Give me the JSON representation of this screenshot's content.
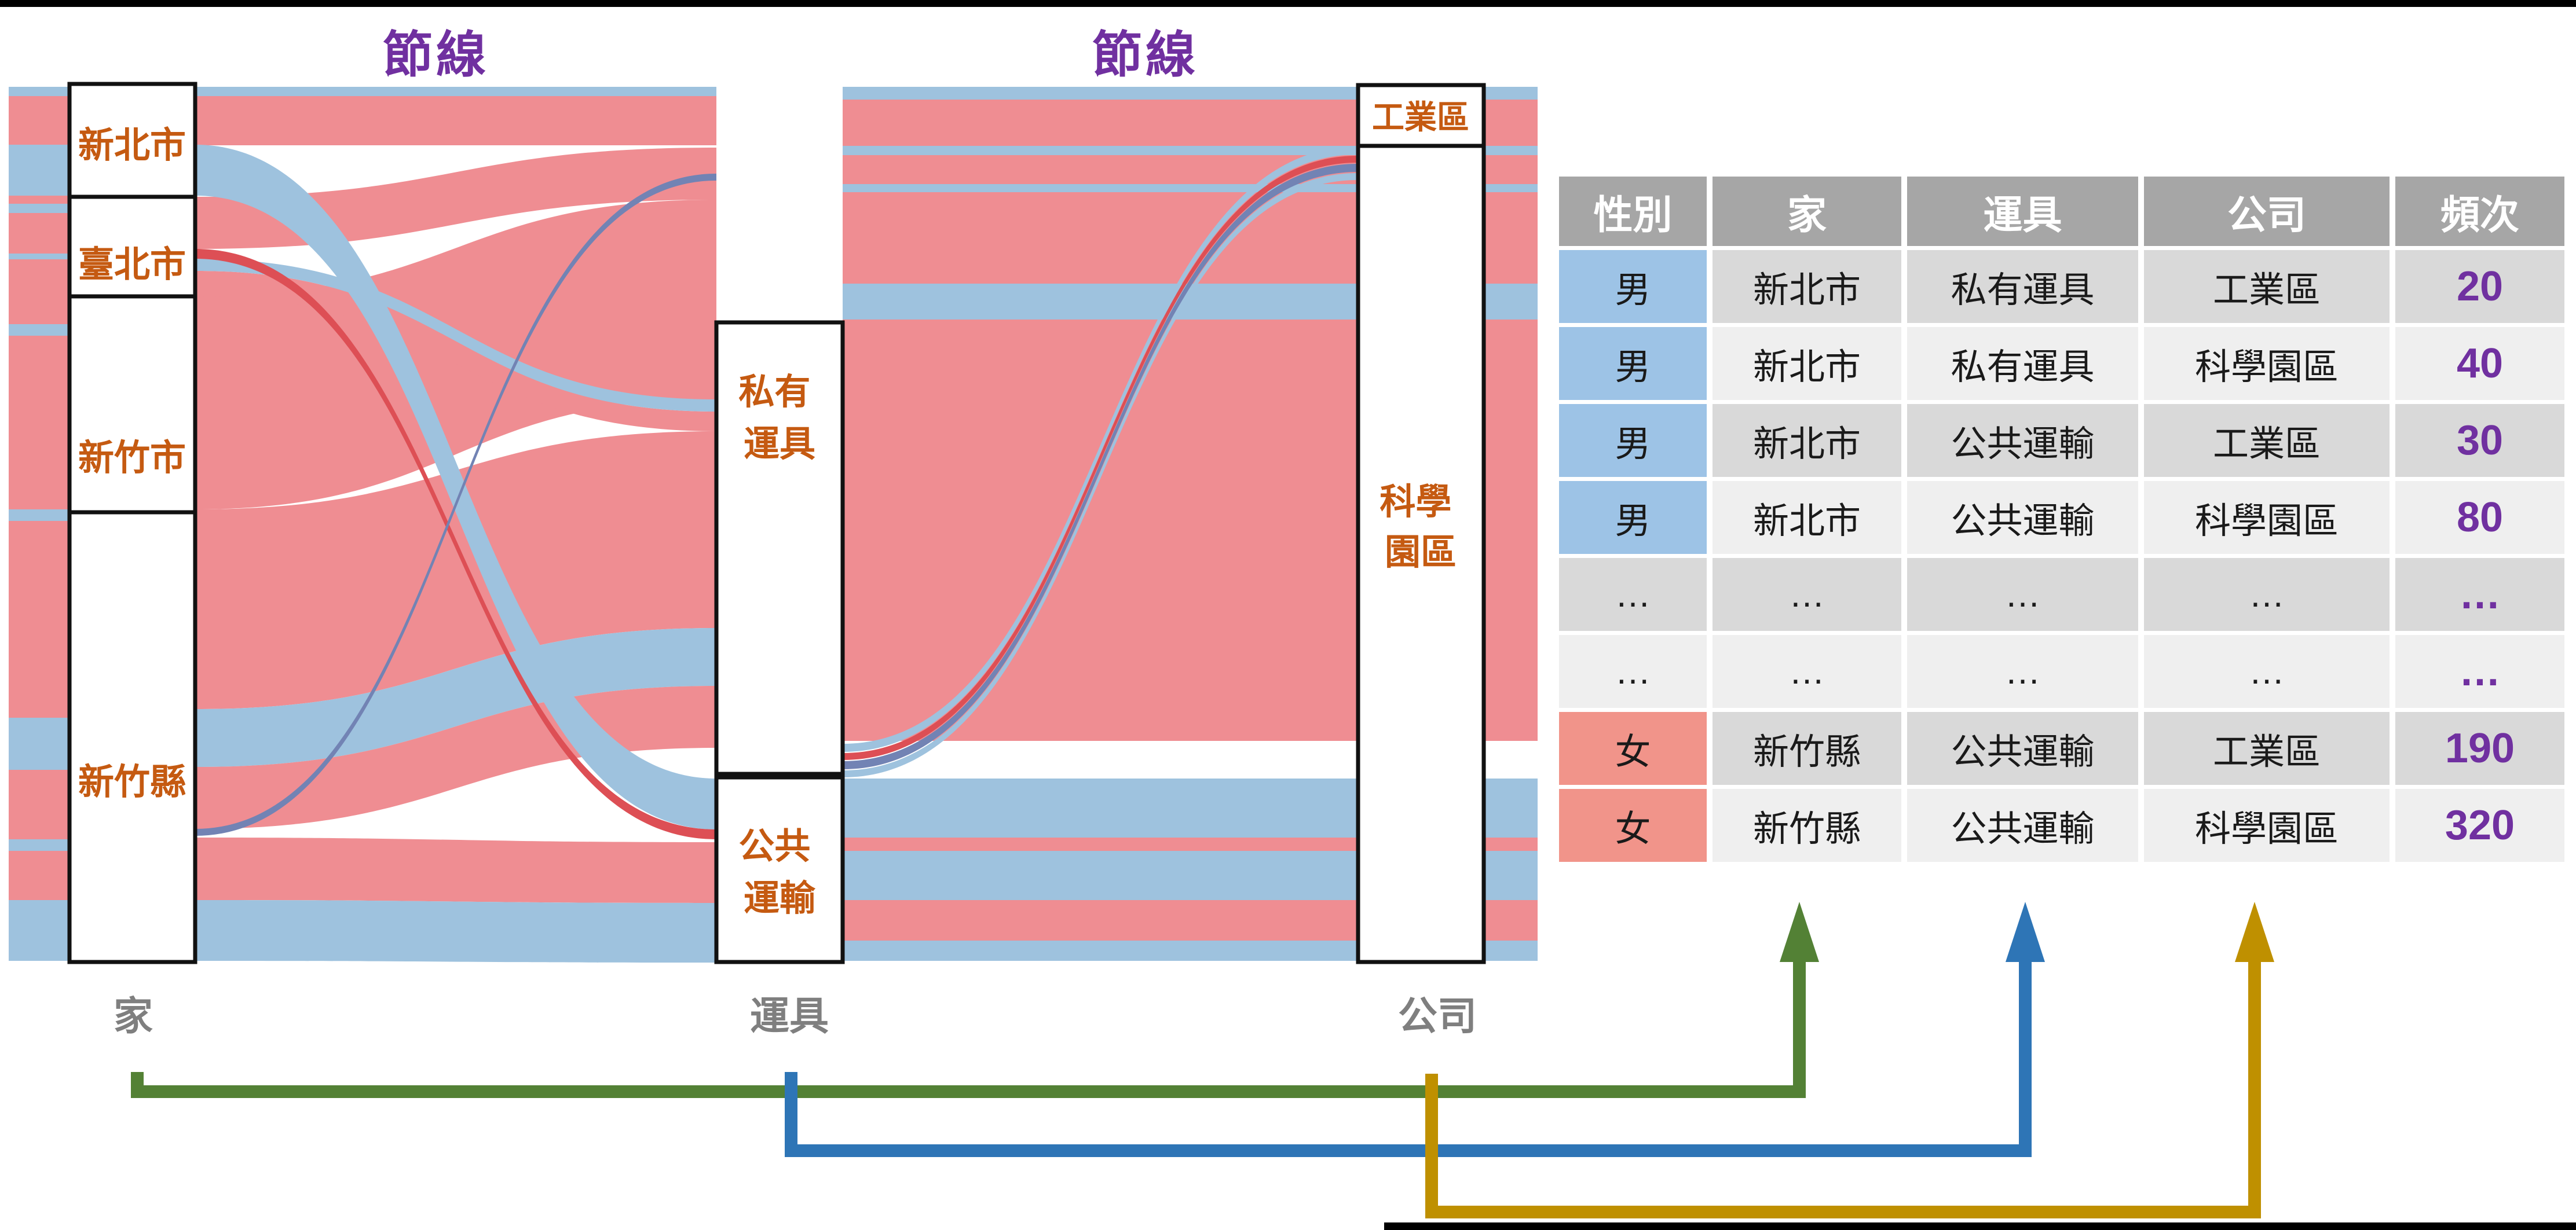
{
  "title_labels": {
    "edge_label_left": "節線",
    "edge_label_right": "節線"
  },
  "sankey": {
    "axis_labels": [
      "家",
      "運具",
      "公司"
    ],
    "home_nodes": [
      "新北市",
      "臺北市",
      "新竹市",
      "新竹縣"
    ],
    "vehicle_nodes": [
      [
        "私有",
        "運具"
      ],
      [
        "公共",
        "運輸"
      ]
    ],
    "company_nodes": [
      [
        "工業區"
      ],
      [
        "科學",
        "園區"
      ]
    ]
  },
  "table": {
    "headers": [
      "性別",
      "家",
      "運具",
      "公司",
      "頻次"
    ],
    "rows": [
      {
        "gender": "male",
        "cells": [
          "男",
          "新北市",
          "私有運具",
          "工業區",
          "20"
        ]
      },
      {
        "gender": "male",
        "cells": [
          "男",
          "新北市",
          "私有運具",
          "科學園區",
          "40"
        ]
      },
      {
        "gender": "male",
        "cells": [
          "男",
          "新北市",
          "公共運輸",
          "工業區",
          "30"
        ]
      },
      {
        "gender": "male",
        "cells": [
          "男",
          "新北市",
          "公共運輸",
          "科學園區",
          "80"
        ]
      },
      {
        "gender": "none",
        "cells": [
          "…",
          "…",
          "…",
          "…",
          "…"
        ]
      },
      {
        "gender": "none",
        "cells": [
          "…",
          "…",
          "…",
          "…",
          "…"
        ]
      },
      {
        "gender": "female",
        "cells": [
          "女",
          "新竹縣",
          "公共運輸",
          "工業區",
          "190"
        ]
      },
      {
        "gender": "female",
        "cells": [
          "女",
          "新竹縣",
          "公共運輸",
          "科學園區",
          "320"
        ]
      }
    ]
  },
  "colors": {
    "male_flow": "#9ec2de",
    "female_flow": "#ef8d92",
    "red_flow": "#dd4f55",
    "male_cell": "#9dc3e6",
    "female_cell": "#f1948a",
    "header_bg": "#a6a6a6",
    "row_dark": "#d9d9d9",
    "row_light": "#efefef",
    "node_label_orange": "#c55a11",
    "edge_label_purple": "#7030a0",
    "freq_purple": "#7030a0",
    "axis_gray": "#7f7f7f",
    "arrow_home_green": "#538135",
    "arrow_vehicle_blue": "#2e75b6",
    "arrow_company_gold": "#bf9000"
  },
  "chart_data": {
    "type": "sankey",
    "title": "",
    "columns": [
      "家",
      "運具",
      "公司"
    ],
    "column_annotation": "節線",
    "nodes": {
      "家": [
        "新北市",
        "臺北市",
        "新竹市",
        "新竹縣"
      ],
      "運具": [
        "私有運具",
        "公共運輸"
      ],
      "公司": [
        "工業區",
        "科學園區"
      ]
    },
    "flow_color_by": "性別",
    "flow_colors": {
      "男": "#9ec2de",
      "女": "#ef8d92"
    },
    "links_shown_in_table": [
      {
        "性別": "男",
        "家": "新北市",
        "運具": "私有運具",
        "公司": "工業區",
        "頻次": 20
      },
      {
        "性別": "男",
        "家": "新北市",
        "運具": "私有運具",
        "公司": "科學園區",
        "頻次": 40
      },
      {
        "性別": "男",
        "家": "新北市",
        "運具": "公共運輸",
        "公司": "工業區",
        "頻次": 30
      },
      {
        "性別": "男",
        "家": "新北市",
        "運具": "公共運輸",
        "公司": "科學園區",
        "頻次": 80
      },
      {
        "性別": "女",
        "家": "新竹縣",
        "運具": "公共運輸",
        "公司": "工業區",
        "頻次": 190
      },
      {
        "性別": "女",
        "家": "新竹縣",
        "運具": "公共運輸",
        "公司": "科學園區",
        "頻次": 320
      }
    ],
    "table_truncated_rows": 2
  }
}
